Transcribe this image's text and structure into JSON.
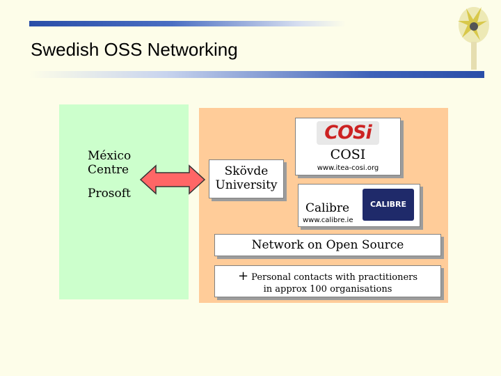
{
  "slide": {
    "title": "Swedish OSS Networking"
  },
  "left_panel": {
    "lines": [
      "México",
      "Centre"
    ],
    "prosoft": "Prosoft"
  },
  "skovde": {
    "line1": "Skövde",
    "line2": "University"
  },
  "cosi": {
    "logo_text": "COSi",
    "name": "COSI",
    "url": "www.itea-cosi.org"
  },
  "calibre": {
    "name": "Calibre",
    "logo_text": "CALIBRE",
    "url": "www.calibre.ie"
  },
  "network": {
    "label": "Network on Open Source"
  },
  "contacts": {
    "plus": "+",
    "line1": "Personal contacts with practitioners",
    "line2": "in approx 100 organisations"
  },
  "colors": {
    "green_panel": "#ccffcc",
    "peach_panel": "#ffcc99",
    "arrow_fill": "#ff6666",
    "cosi_logo": "#cc2222"
  }
}
